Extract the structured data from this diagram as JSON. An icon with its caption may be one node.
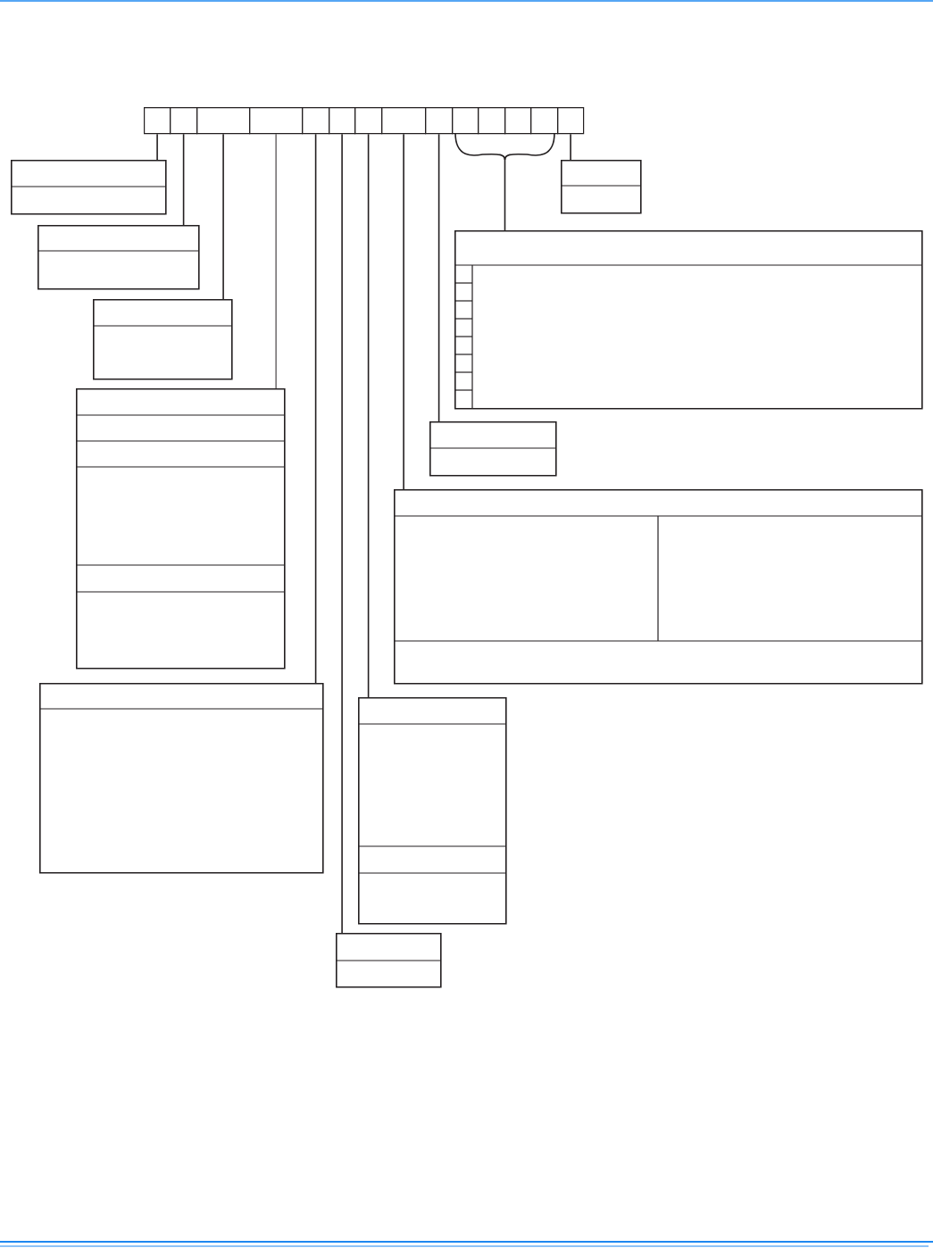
{
  "diagram": {
    "nodes": [
      {
        "text": [],
        "shape": "box"
      },
      {
        "text": [],
        "shape": "box"
      },
      {
        "text": [],
        "shape": "box"
      },
      {
        "text": [],
        "shape": "box"
      },
      {
        "text": [],
        "shape": "box"
      },
      {
        "text": [],
        "shape": "box"
      },
      {
        "text": [],
        "shape": "box"
      },
      {
        "text": [],
        "shape": "box"
      },
      {
        "text": [],
        "shape": "box"
      },
      {
        "text": [],
        "shape": "box"
      },
      {
        "text": [],
        "shape": "box"
      },
      {
        "text": [],
        "shape": "box"
      },
      {
        "text": [],
        "shape": "box"
      },
      {
        "text": [],
        "shape": "box"
      },
      {
        "text": [],
        "shape": "box"
      },
      {
        "text": [],
        "shape": "box"
      },
      {
        "text": [],
        "shape": "box"
      },
      {
        "text": [],
        "shape": "box"
      },
      {
        "text": [],
        "shape": "box"
      },
      {
        "text": [],
        "shape": "box"
      },
      {
        "text": [],
        "shape": "box"
      },
      {
        "text": [],
        "shape": "box"
      },
      {
        "text": [],
        "shape": "box"
      },
      {
        "text": [],
        "shape": "box"
      },
      {
        "text": [],
        "shape": "box"
      }
    ],
    "edges": [
      {
        "from": 0,
        "to": 14,
        "arrow": "none"
      },
      {
        "from": 1,
        "to": 16,
        "arrow": "none"
      },
      {
        "from": 2,
        "to": 18,
        "arrow": "none"
      },
      {
        "from": 3,
        "to": 19,
        "arrow": "none"
      },
      {
        "from": 4,
        "to": 22,
        "arrow": "none"
      },
      {
        "from": 5,
        "to": 24,
        "arrow": "none"
      },
      {
        "from": 6,
        "to": 23,
        "arrow": "none"
      },
      {
        "from": 7,
        "to": 21,
        "arrow": "none"
      },
      {
        "from": 8,
        "to": 20,
        "arrow": "none"
      },
      {
        "from": 9,
        "to": 17,
        "arrow": "none"
      },
      {
        "from": 12,
        "to": 17,
        "arrow": "none"
      },
      {
        "from": 13,
        "to": 15,
        "arrow": "none"
      }
    ]
  }
}
